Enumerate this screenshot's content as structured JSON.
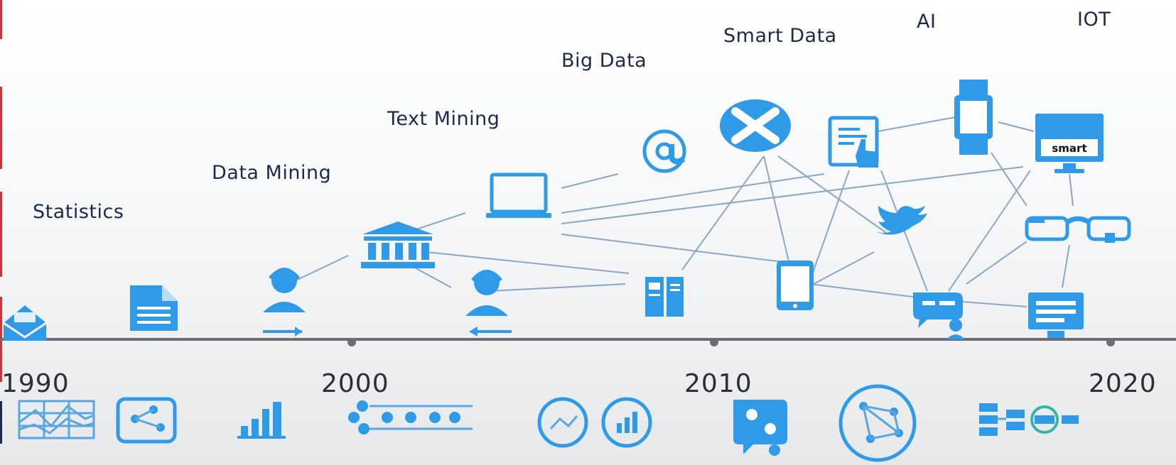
{
  "eras": [
    {
      "label": "Statistics"
    },
    {
      "label": "Data Mining"
    },
    {
      "label": "Text Mining"
    },
    {
      "label": "Big Data"
    },
    {
      "label": "Smart Data"
    },
    {
      "label": "AI"
    },
    {
      "label": "IOT"
    }
  ],
  "years": [
    "1990",
    "2000",
    "2010",
    "2020"
  ],
  "icons": {
    "smart_monitor_text": "smart"
  },
  "colors": {
    "accent": "#2f9be8",
    "text": "#1f2a4a",
    "axis": "#6a6d72"
  }
}
